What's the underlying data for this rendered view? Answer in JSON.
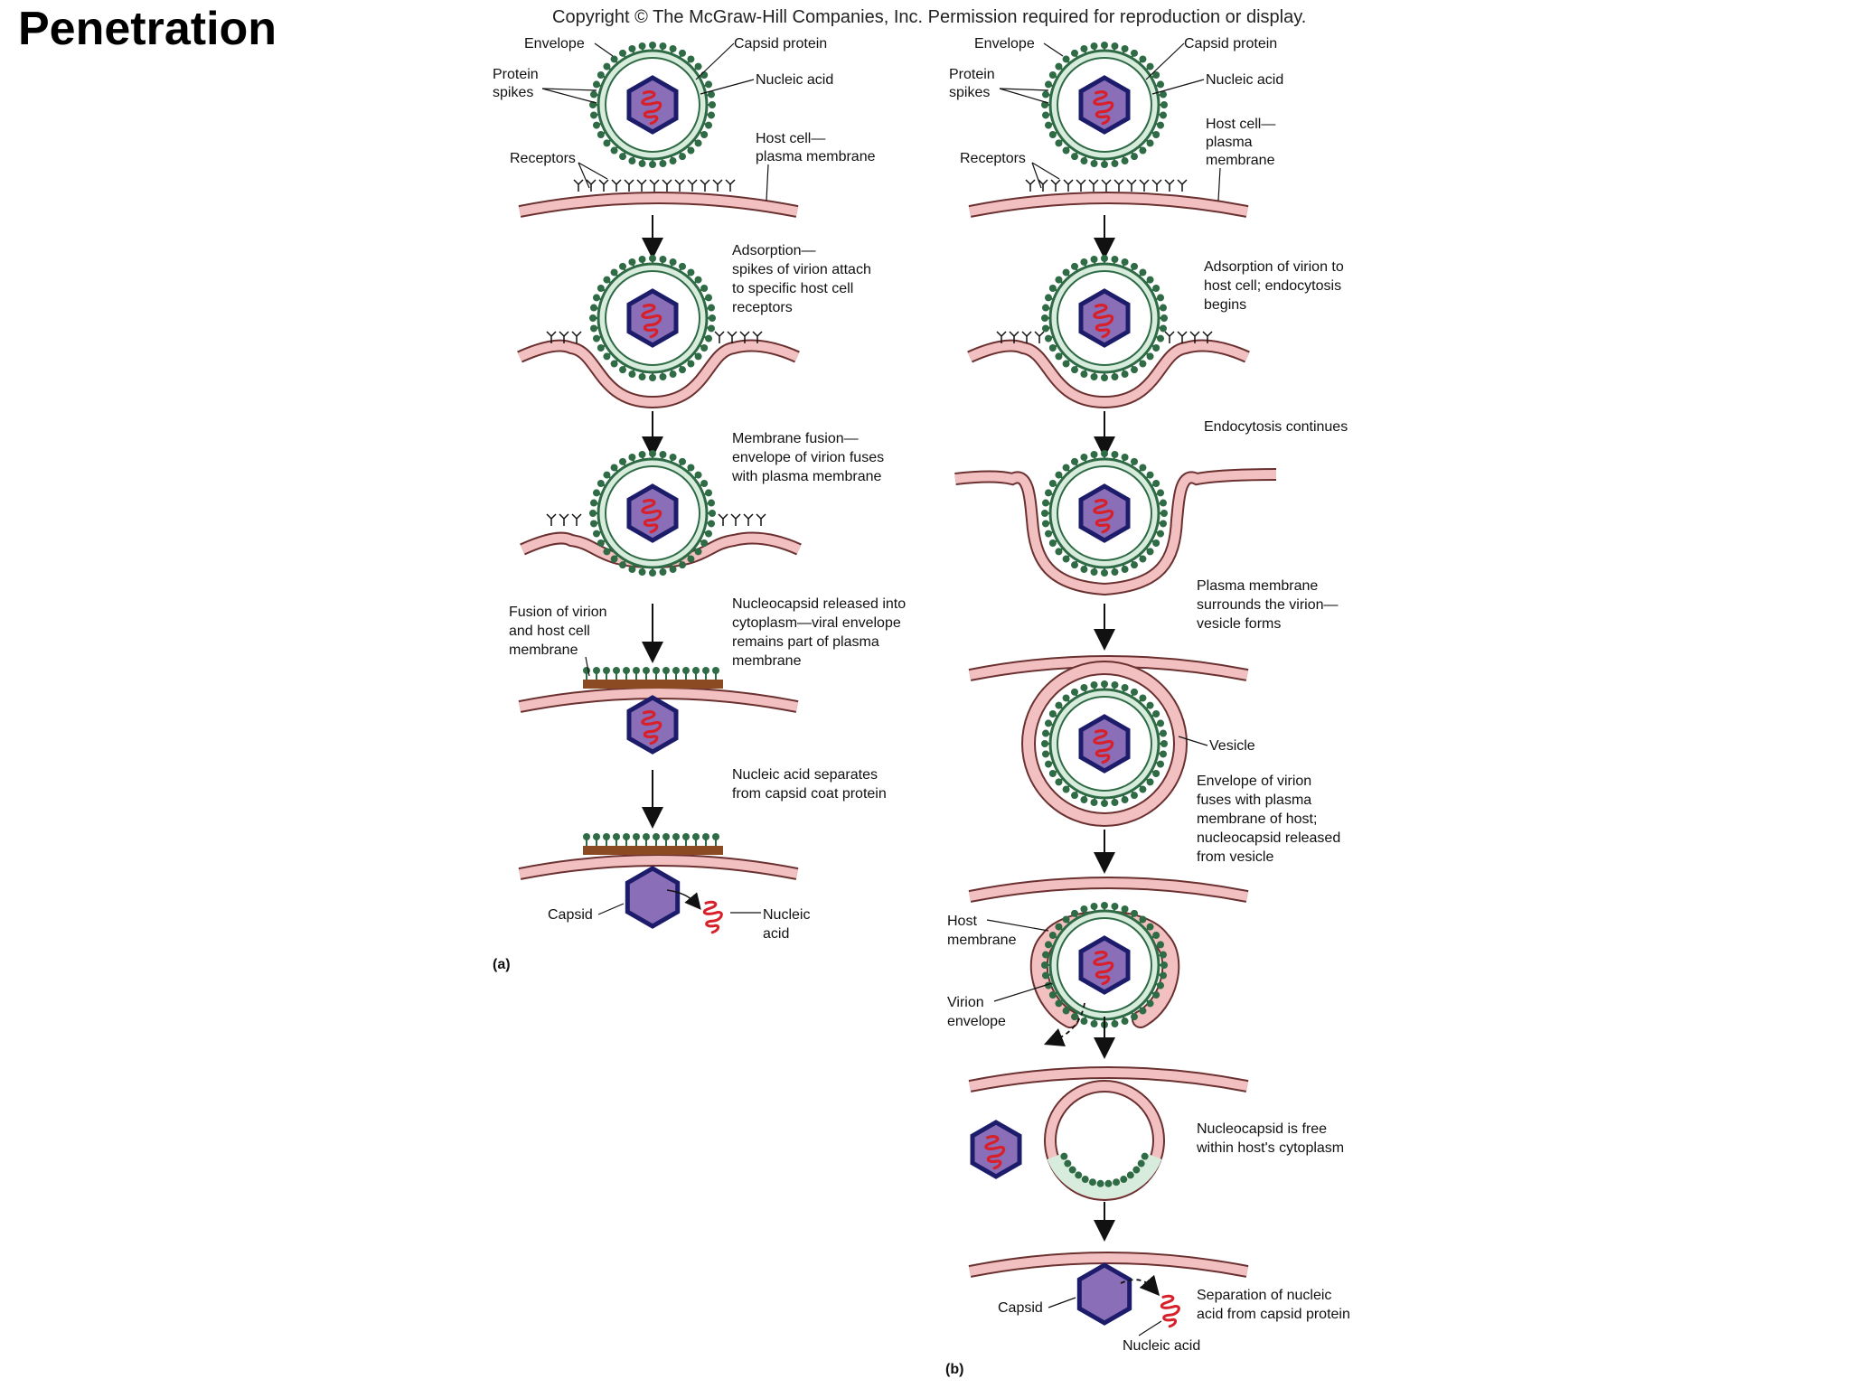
{
  "title": "Penetration",
  "copyright": "Copyright © The McGraw-Hill Companies, Inc. Permission required for reproduction or display.",
  "colors": {
    "membrane": "#f2c0c0",
    "membrane_stroke": "#6b3030",
    "envelope": "#2f6b45",
    "envelope_fill": "#d7ecdc",
    "capsid_fill": "#8a6fb8",
    "capsid_stroke": "#1c1c6b",
    "nucleic": "#d8202a",
    "fused_band": "#8b4a22"
  },
  "panel_a": {
    "label": "(a)",
    "labels": {
      "envelope": "Envelope",
      "capsid_protein": "Capsid protein",
      "protein_spikes_1": "Protein",
      "protein_spikes_2": "spikes",
      "nucleic_acid": "Nucleic acid",
      "host_cell_1": "Host cell—",
      "host_cell_2": "plasma membrane",
      "receptors": "Receptors",
      "fusion_1": "Fusion of virion",
      "fusion_2": "and host cell",
      "fusion_3": "membrane",
      "capsid": "Capsid",
      "nucleic_1": "Nucleic",
      "nucleic_2": "acid"
    },
    "steps": [
      [
        "Adsorption—",
        "spikes of virion attach",
        "to specific host cell",
        "receptors"
      ],
      [
        "Membrane fusion—",
        "envelope of virion fuses",
        "with plasma membrane"
      ],
      [
        "Nucleocapsid released into",
        "cytoplasm—viral envelope",
        "remains part of plasma",
        "membrane"
      ],
      [
        "Nucleic acid separates",
        "from capsid coat protein"
      ]
    ]
  },
  "panel_b": {
    "label": "(b)",
    "labels": {
      "envelope": "Envelope",
      "capsid_protein": "Capsid protein",
      "protein_spikes_1": "Protein",
      "protein_spikes_2": "spikes",
      "nucleic_acid": "Nucleic acid",
      "host_cell_1": "Host cell—",
      "host_cell_2": "plasma",
      "host_cell_3": "membrane",
      "receptors": "Receptors",
      "vesicle": "Vesicle",
      "host_membrane_1": "Host",
      "host_membrane_2": "membrane",
      "virion_envelope_1": "Virion",
      "virion_envelope_2": "envelope",
      "capsid": "Capsid",
      "nucleic_acid_bottom": "Nucleic acid"
    },
    "steps": [
      [
        "Adsorption of virion to",
        "host cell; endocytosis",
        "begins"
      ],
      [
        "Endocytosis continues"
      ],
      [
        "Plasma membrane",
        "surrounds the virion—",
        "vesicle forms"
      ],
      [
        "Envelope of virion",
        "fuses with plasma",
        "membrane of host;",
        "nucleocapsid released",
        "from vesicle"
      ],
      [
        "Nucleocapsid is free",
        "within host's cytoplasm"
      ],
      [
        "Separation of nucleic",
        "acid from capsid protein"
      ]
    ]
  }
}
